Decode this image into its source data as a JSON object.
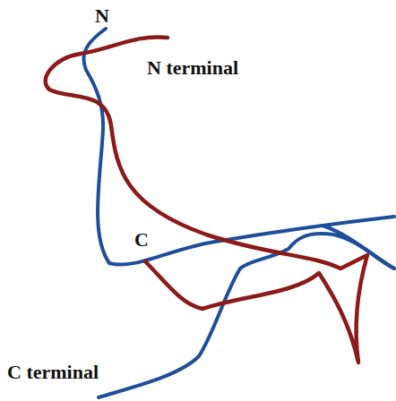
{
  "diagram": {
    "labels": [
      "N",
      "N terminal",
      "C",
      "C terminal"
    ]
  }
}
